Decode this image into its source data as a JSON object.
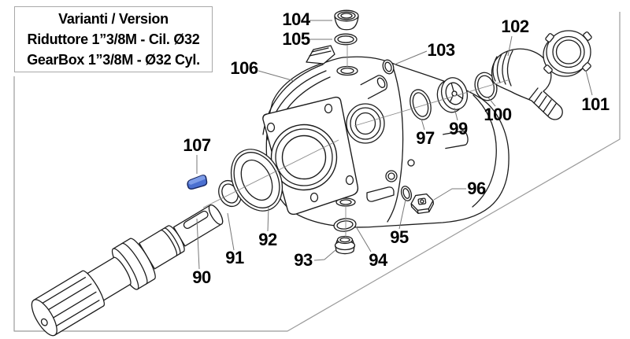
{
  "variant_box": {
    "title": "Varianti / Version",
    "line_it": "Riduttore 1”3/8M - Cil. Ø32",
    "line_en": "GearBox 1”3/8M - Ø32 Cyl."
  },
  "parts": [
    {
      "label": "90"
    },
    {
      "label": "91"
    },
    {
      "label": "92"
    },
    {
      "label": "93"
    },
    {
      "label": "94"
    },
    {
      "label": "95"
    },
    {
      "label": "96"
    },
    {
      "label": "97"
    },
    {
      "label": "99"
    },
    {
      "label": "100"
    },
    {
      "label": "101"
    },
    {
      "label": "102"
    },
    {
      "label": "103"
    },
    {
      "label": "104"
    },
    {
      "label": "105"
    },
    {
      "label": "106"
    },
    {
      "label": "107"
    }
  ],
  "colors": {
    "key_highlight_top": "#7d9ce8",
    "key_highlight_body": "#4a6fd0",
    "key_outline": "#16255e",
    "line_art": "#1c1c1c",
    "leader_gray": "#777777",
    "divider_gray": "#9b9b9b"
  }
}
